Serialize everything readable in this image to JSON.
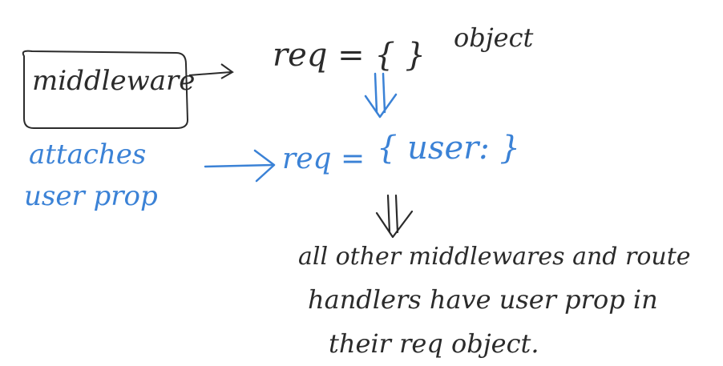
{
  "colors": {
    "ink": "#2b2b2b",
    "blue": "#3b82d6",
    "background": "#ffffff"
  },
  "box": {
    "label": "middleware"
  },
  "blue_note": {
    "line1": "attaches",
    "line2": "user prop"
  },
  "top_expr": {
    "text": "req = { }",
    "suffix": "object"
  },
  "mid_expr": {
    "req": "req =",
    "obj": "{ user: }"
  },
  "bottom_note": {
    "line1": "all other middlewares and route",
    "line2": "handlers have user prop in",
    "line3": "their req object."
  }
}
